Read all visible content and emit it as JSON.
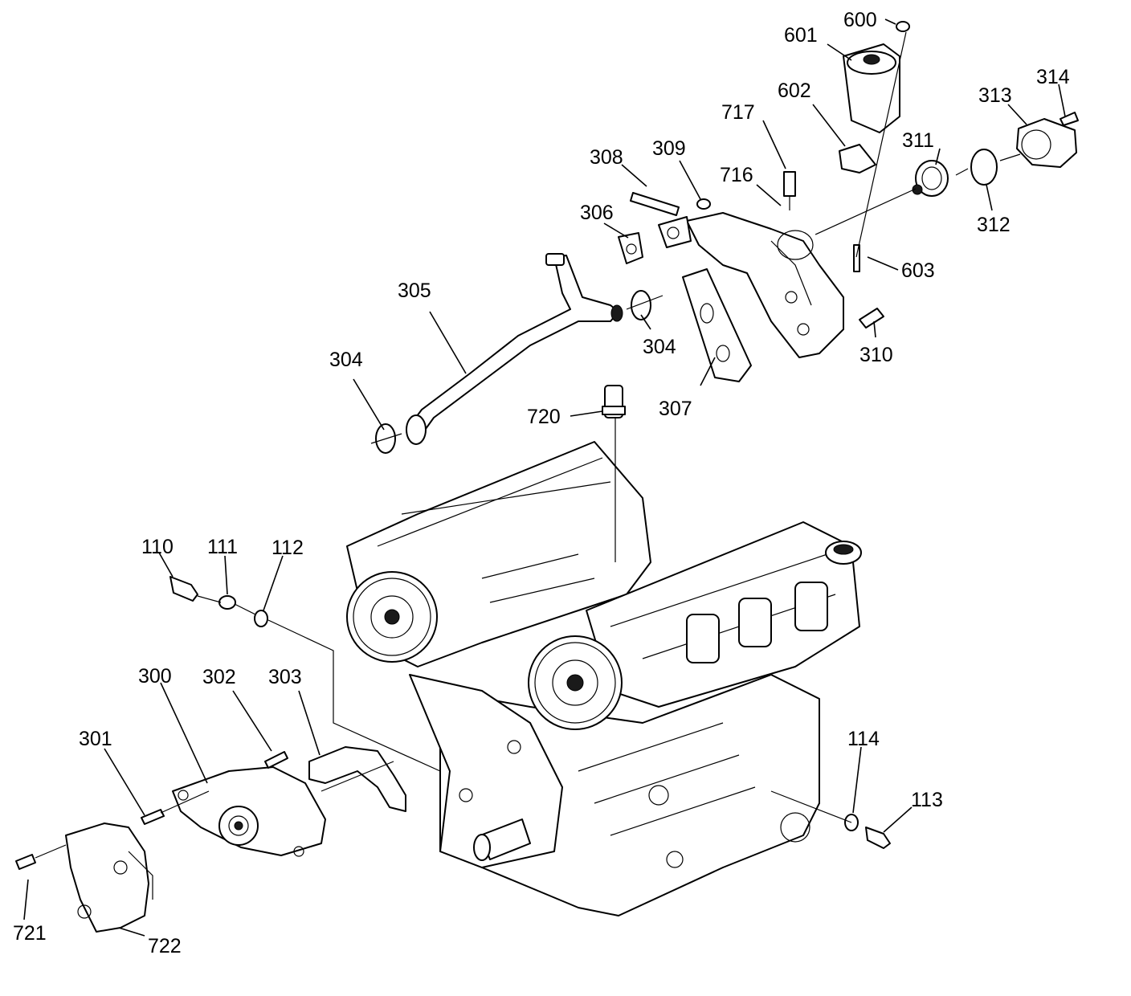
{
  "labels": {
    "l600": "600",
    "l601": "601",
    "l602": "602",
    "l603": "603",
    "l717": "717",
    "l716": "716",
    "l720": "720",
    "l721": "721",
    "l722": "722",
    "l308": "308",
    "l309": "309",
    "l306": "306",
    "l307": "307",
    "l305": "305",
    "l304a": "304",
    "l304b": "304",
    "l310": "310",
    "l311": "311",
    "l312": "312",
    "l313": "313",
    "l314": "314",
    "l110": "110",
    "l111": "111",
    "l112": "112",
    "l300": "300",
    "l301": "301",
    "l302": "302",
    "l303": "303",
    "l113": "113",
    "l114": "114"
  }
}
